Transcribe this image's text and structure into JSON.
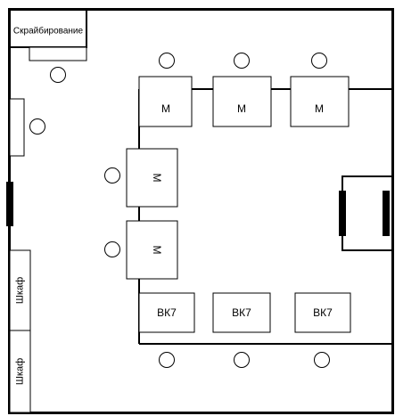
{
  "stations": {
    "scribing": "Скрайбирование",
    "microscope": "М",
    "vk7": "ВК7",
    "cabinet": "Шкаф"
  }
}
